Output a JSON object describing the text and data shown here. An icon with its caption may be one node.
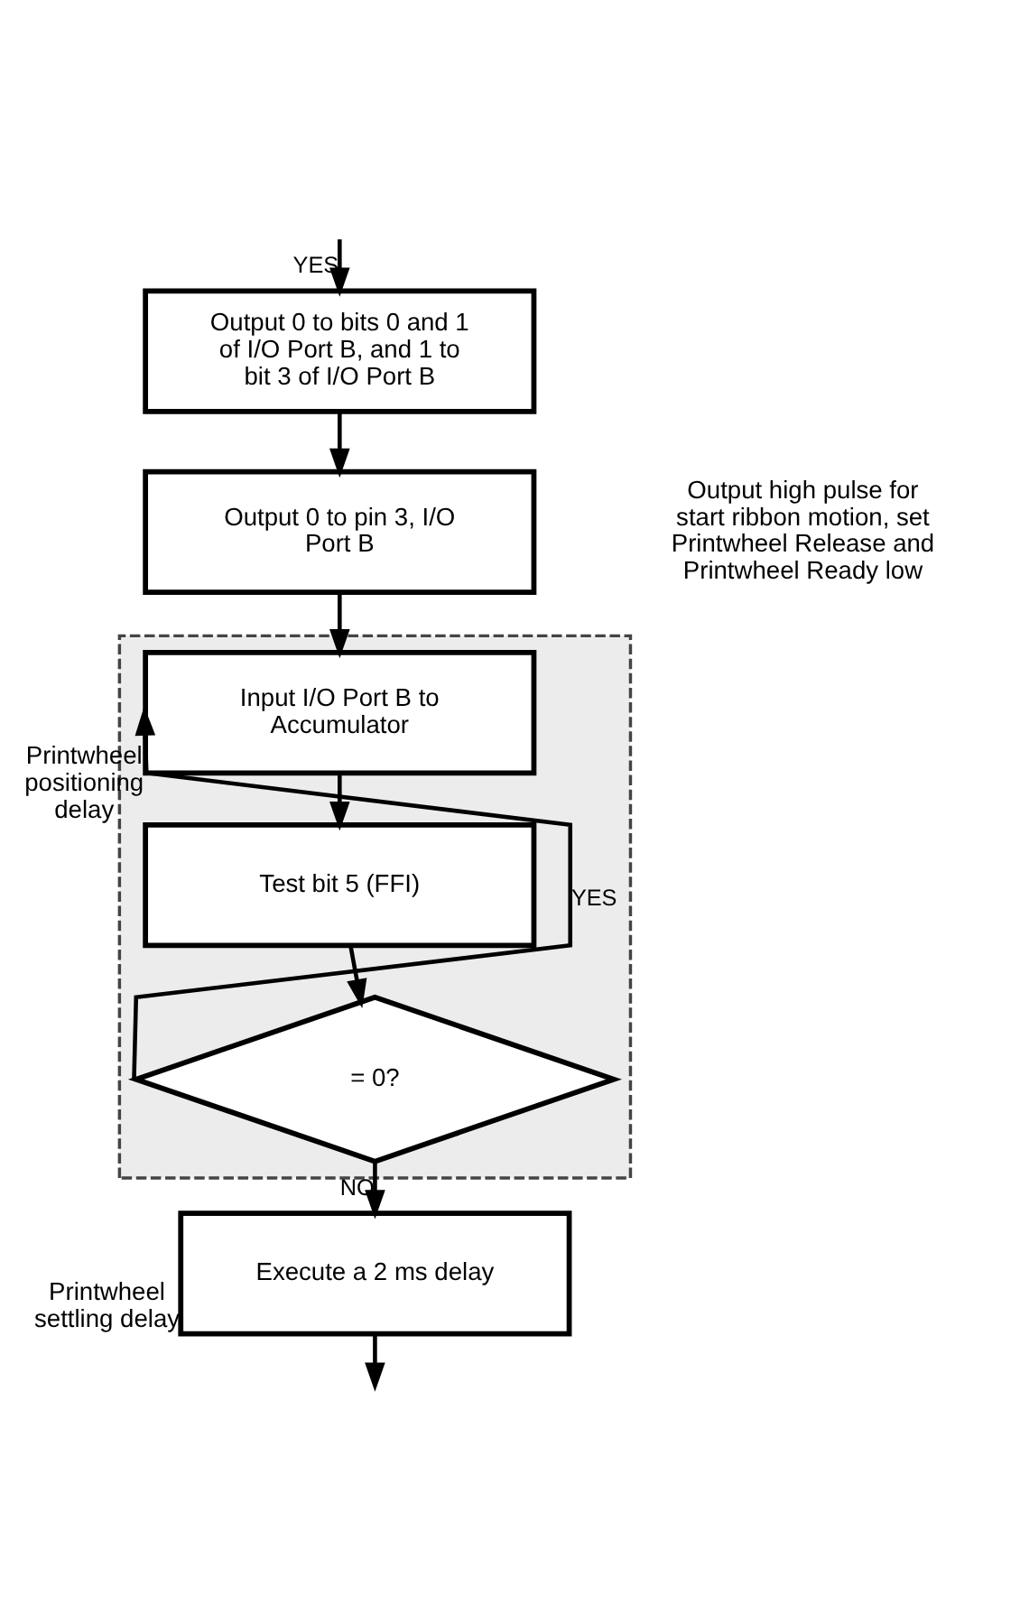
{
  "diagram": {
    "nodes": [
      {
        "text": [
          "Output 0 to bits 0 and 1 of I/O Port B, and 1 to bit 3 of I/O Port B"
        ]
      },
      {
        "text": [
          "Output 0 to pin 3, I/O Port B"
        ]
      },
      {
        "text": [],
        "shape": "band"
      },
      {
        "text": [
          "Input I/O Port B to Accumulator"
        ],
        "in": 2
      },
      {
        "text": [
          "Test bit 5 (FFI)"
        ],
        "in": 2,
        "beside": [
          "Printwheel positioning delay"
        ]
      },
      {
        "text": [
          "= 0?"
        ],
        "in": 2
      },
      {
        "text": [
          "Execute a 2 ms delay"
        ],
        "beside": [
          "Printwheel settling delay"
        ]
      }
    ],
    "edges": [
      {
        "from": null,
        "to": 0,
        "arrow": "to",
        "label": "YES"
      },
      {
        "from": 0,
        "to": 1,
        "arrow": "to"
      },
      {
        "from": 1,
        "to": 3,
        "arrow": "to"
      },
      {
        "from": 3,
        "to": 4,
        "arrow": "to"
      },
      {
        "from": 4,
        "to": 5,
        "arrow": "to"
      },
      {
        "from": 5,
        "to": 3,
        "arrow": "to",
        "label": "YES"
      },
      {
        "from": 5,
        "to": 6,
        "arrow": "to",
        "label": "NO"
      },
      {
        "from": 6,
        "to": null,
        "arrow": "to"
      }
    ],
    "labels": [
      "Output high pulse for start ribbon motion, set Printwheel Release and Printwheel Ready low"
    ]
  }
}
